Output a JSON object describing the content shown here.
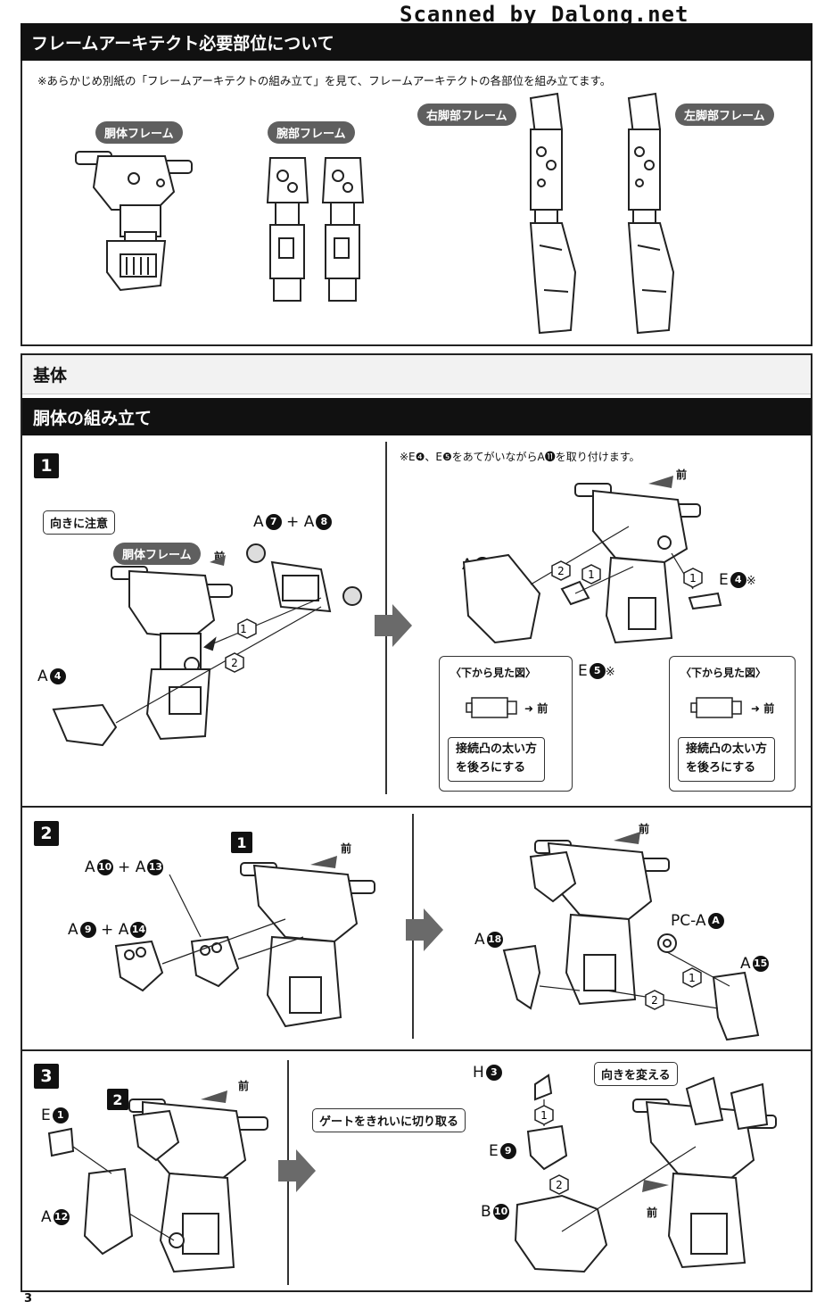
{
  "watermark": "Scanned by Dalong.net",
  "frame_section": {
    "title": "フレームアーキテクト必要部位について",
    "note": "※あらかじめ別紙の「フレームアーキテクトの組み立て」を見て、フレームアーキテクトの各部位を組み立てます。",
    "parts": [
      "胴体フレーム",
      "腕部フレーム",
      "右脚部フレーム",
      "左脚部フレーム"
    ]
  },
  "base_section": {
    "title": "基体",
    "subtitle": "胴体の組み立て"
  },
  "step1": {
    "number": "1",
    "caution": "向きに注意",
    "frame_label": "胴体フレーム",
    "front": "前",
    "parts_top": {
      "a": "A",
      "n1": "7",
      "plus": "+",
      "b": "A",
      "n2": "8"
    },
    "part_a4": {
      "a": "A",
      "n": "4"
    },
    "seq1": "1",
    "seq2": "2",
    "note": "※E❹、E❺をあてがいながらA⓫を取り付けます。",
    "right_front": "前",
    "part_a11": {
      "a": "A",
      "n": "11",
      "mark": "※"
    },
    "part_e4": {
      "a": "E",
      "n": "4",
      "mark": "※"
    },
    "part_e5": {
      "a": "E",
      "n": "5",
      "mark": "※"
    },
    "callout_title": "〈下から見た図〉",
    "callout_front": "前",
    "callout_text_1": "接続凸の太い方",
    "callout_text_2": "を後ろにする"
  },
  "step2": {
    "number": "2",
    "ref": "1",
    "front": "前",
    "pair1": {
      "a": "A",
      "n1": "10",
      "plus": "+",
      "b": "A",
      "n2": "13"
    },
    "pair2": {
      "a": "A",
      "n1": "9",
      "plus": "+",
      "b": "A",
      "n2": "14"
    },
    "right_front": "前",
    "part_pca": {
      "a": "PC-A",
      "n": "A"
    },
    "part_a18": {
      "a": "A",
      "n": "18"
    },
    "part_a15": {
      "a": "A",
      "n": "15"
    },
    "seq1": "1",
    "seq2": "2"
  },
  "step3": {
    "number": "3",
    "ref": "2",
    "front": "前",
    "part_e1": {
      "a": "E",
      "n": "1"
    },
    "part_a12": {
      "a": "A",
      "n": "12"
    },
    "part_h3": {
      "a": "H",
      "n": "3"
    },
    "part_e9": {
      "a": "E",
      "n": "9"
    },
    "part_b10": {
      "a": "B",
      "n": "10"
    },
    "gate_note": "ゲートをきれいに切り取る",
    "turn_note": "向きを変える",
    "right_front": "前",
    "seq1": "1",
    "seq2": "2"
  },
  "page_number": "3"
}
